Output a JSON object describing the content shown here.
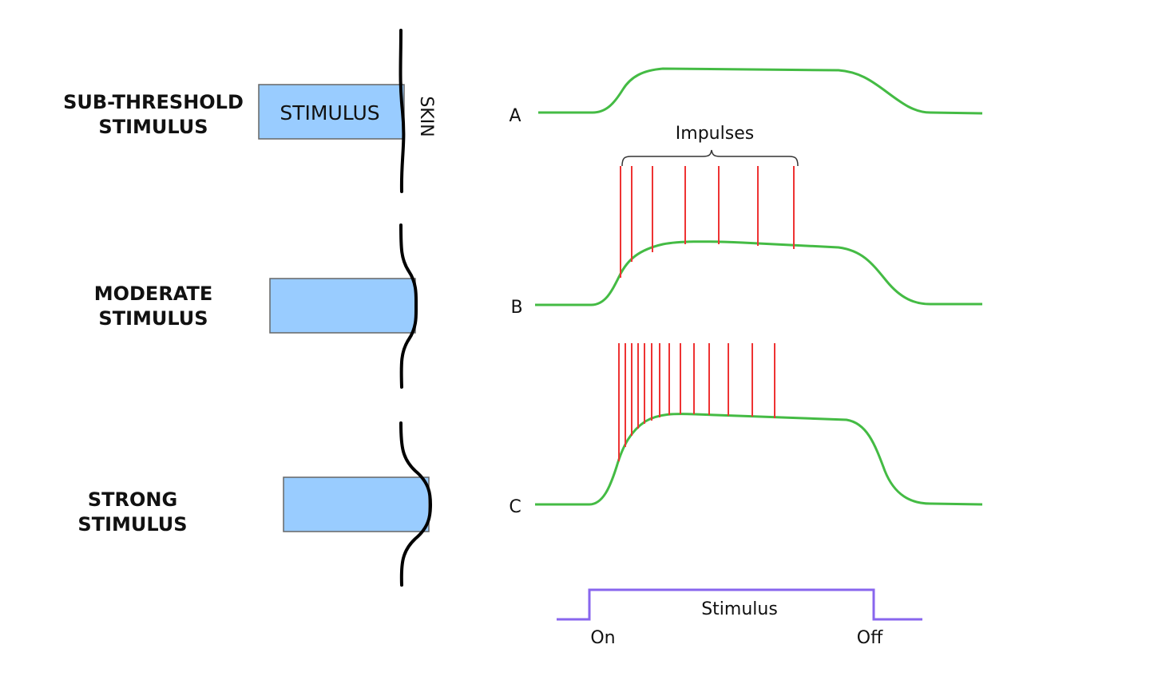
{
  "left_panel": {
    "rows": [
      {
        "label_line1": "SUB-THRESHOLD",
        "label_line2": "STIMULUS",
        "box_text": "STIMULUS",
        "skin_label": "SKIN"
      },
      {
        "label_line1": "MODERATE",
        "label_line2": "STIMULUS",
        "box_text": ""
      },
      {
        "label_line1": "STRONG",
        "label_line2": "STIMULUS",
        "box_text": ""
      }
    ]
  },
  "right_panel": {
    "trace_labels": [
      "A",
      "B",
      "C"
    ],
    "impulses_label": "Impulses",
    "stimulus_label": "Stimulus",
    "on_label": "On",
    "off_label": "Off",
    "impulse_counts": {
      "A": 0,
      "B": 7,
      "C": 14
    }
  },
  "colors": {
    "stimulus_box": "#99ccff",
    "receptor_trace": "#44bb44",
    "impulse": "#ee3333",
    "stimulus_trace": "#8866ee",
    "skin": "#000000"
  }
}
